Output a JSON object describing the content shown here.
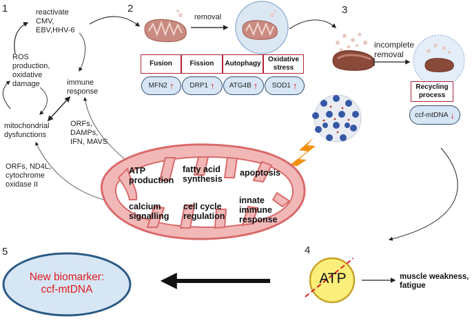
{
  "steps": {
    "s1": "1",
    "s2": "2",
    "s3": "3",
    "s4": "4",
    "s5": "5"
  },
  "section1": {
    "reactivate": [
      "reactivate",
      "CMV,",
      "EBV,HHV-6"
    ],
    "ros": [
      "ROS",
      "production,",
      "oxidative",
      "damage"
    ],
    "immune": [
      "immune",
      "response"
    ],
    "mito_dys": [
      "mitochondrial",
      "dysfunctions"
    ],
    "orfs_damps": [
      "ORFs,",
      "DAMPs,",
      "IFN, MAVS"
    ],
    "orfs_nd4l": [
      "ORFs, ND4L,",
      "cytochrome",
      "oxidase II"
    ]
  },
  "section2": {
    "removal_label": "removal",
    "processes": [
      {
        "label": "Fusion",
        "marker": "MFN2",
        "direction": "up"
      },
      {
        "label": "Fission",
        "marker": "DRP1",
        "direction": "up"
      },
      {
        "label": "Autophagy",
        "marker": "ATG4B",
        "direction": "up"
      },
      {
        "label": "Oxidative stress",
        "marker": "SOD1",
        "direction": "up"
      }
    ],
    "up_arrow": "↑"
  },
  "section3": {
    "incomplete_removal": [
      "incomplete",
      "removal"
    ],
    "recycling": [
      "Recycling",
      "process"
    ],
    "marker": "ccf-mtDNA",
    "down_arrow": "↓"
  },
  "mitochondrion": {
    "functions": [
      [
        "ATP",
        "production"
      ],
      [
        "fatty acid",
        "synthesis"
      ],
      [
        "apoptosis"
      ],
      [
        "calcium",
        "signalling"
      ],
      [
        "cell cycle",
        "regulation"
      ],
      [
        "innate",
        "immune",
        "response"
      ]
    ]
  },
  "section4": {
    "atp": "ATP",
    "effect": [
      "muscle weakness,",
      "fatigue"
    ]
  },
  "section5": {
    "biomarker": [
      "New biomarker:",
      "ccf-mtDNA"
    ]
  },
  "colors": {
    "mito_fill": "#f2b8b8",
    "mito_stroke": "#d96a6a",
    "box_border": "#b22234",
    "pill_fill": "#d7e6f5",
    "pill_border": "#2d4a6b",
    "red_arrow": "#e01b1b",
    "biomarker_text": "#e01b1b",
    "ellipse_fill": "#d7e6f5",
    "ellipse_border": "#2a5a85",
    "atp_fill": "#fbee7a",
    "atp_border": "#c8a428",
    "lightning": "#f29111",
    "virus": "#3557a6"
  }
}
